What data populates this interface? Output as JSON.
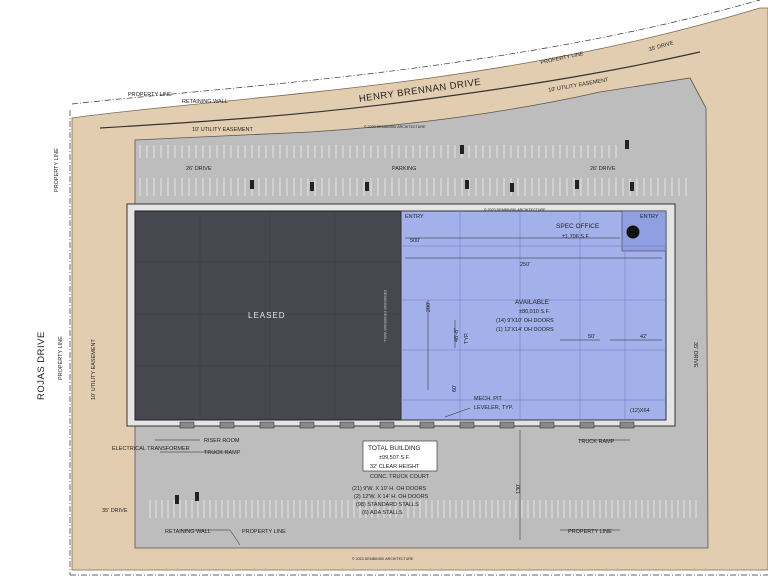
{
  "streets": {
    "north": "HENRY BRENNAN DRIVE",
    "west": "ROJAS DRIVE"
  },
  "labels": {
    "property_line": "PROPERTY LINE",
    "retaining_wall": "RETAINING WALL",
    "utility_easement": "10' UTILITY EASEMENT",
    "drive_26": "26' DRIVE",
    "drive_35": "35' DRIVE",
    "parking": "PARKING",
    "entry": "ENTRY",
    "leased": "LEASED",
    "demising_wall": "DEMISING DEMISING WALL",
    "riser_room": "RISER ROOM",
    "truck_ramp": "TRUCK RAMP",
    "electrical_transformer": "ELECTRICAL TRANSFORMER",
    "watermark": "© 2023 DEMBINSKI ARCHITECTURE",
    "mech_pit": "MECH. PIT",
    "leveler": "LEVELER, TYP."
  },
  "dimensions": {
    "d500": "500'",
    "d250": "250'",
    "d200": "200'",
    "d48": "48'-8\"",
    "typ": "TYP.",
    "d60": "60'",
    "d50": "50'",
    "d42": "42'",
    "d130": "130'",
    "d12x64": "(12)X64"
  },
  "spec_office": {
    "title": "SPEC OFFICE",
    "area": "±1,706 S.F."
  },
  "available": {
    "title": "AVAILABLE",
    "area": "±80,010 S.F.",
    "doors1": "(14) 9'X10' OH DOORS",
    "doors2": "(1) 12'X14' OH DOORS"
  },
  "total_building": {
    "title": "TOTAL BUILDING",
    "area": "±99,507 S.F.",
    "clear": "32' CLEAR HEIGHT"
  },
  "court": {
    "title": "CONC. TRUCK COURT",
    "lines": [
      "(21) 9'W. X 10' H. OH DOORS",
      "(2) 12'W. X 14' H. OH DOORS",
      "(98) STANDARD STALLS",
      "(6) ADA STALLS"
    ]
  },
  "colors": {
    "setback": "#e2cdb0",
    "pavement": "#bdbdbd",
    "leased": "#474750",
    "available": "#a3b1ea",
    "grid": "#6b76c4"
  }
}
